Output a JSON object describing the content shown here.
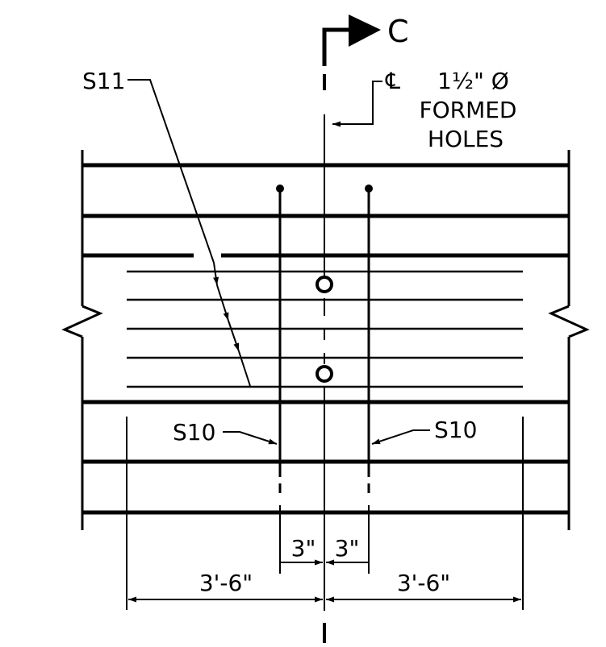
{
  "section_marker": {
    "label": "C"
  },
  "centerline_note": {
    "symbol": "℄",
    "line1": "1½\" Ø",
    "line2": "FORMED",
    "line3": "HOLES"
  },
  "bar_labels": {
    "s11": "S11",
    "s10_left": "S10",
    "s10_right": "S10"
  },
  "dimensions": {
    "left_small": "3\"",
    "right_small": "3\"",
    "left_large": "3'-6\"",
    "right_large": "3'-6\""
  },
  "colors": {
    "ink": "#000000",
    "background": "#ffffff"
  }
}
